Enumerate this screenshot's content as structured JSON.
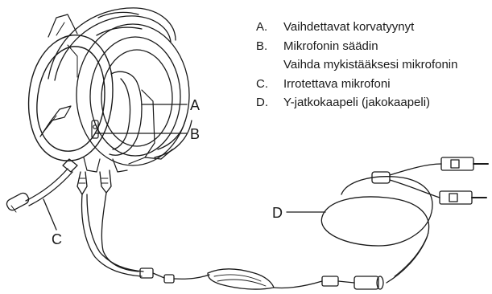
{
  "legend": [
    {
      "letter": "A.",
      "text": "Vaihdettavat korvatyynyt"
    },
    {
      "letter": "B.",
      "text": "Mikrofonin säädin"
    },
    {
      "letter": "",
      "text": "Vaihda mykistääksesi mikrofonin"
    },
    {
      "letter": "C.",
      "text": "Irrotettava mikrofoni"
    },
    {
      "letter": "D.",
      "text": "Y-jatkokaapeli (jakokaapeli)"
    }
  ],
  "callouts": {
    "a": "A",
    "b": "B",
    "c": "C",
    "d": "D"
  },
  "colors": {
    "ink": "#1a1a1a",
    "background": "#ffffff"
  }
}
